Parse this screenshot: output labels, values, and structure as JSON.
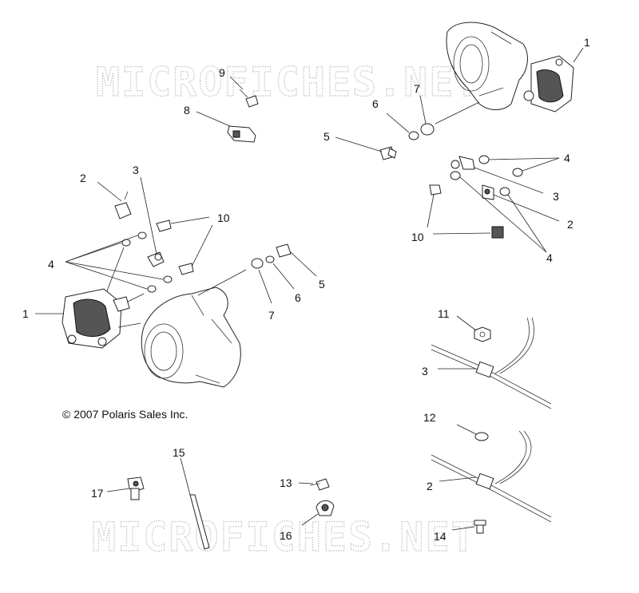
{
  "copyright": "© 2007 Polaris Sales Inc.",
  "watermark": "MICROFICHES.NET",
  "callouts": [
    "1",
    "2",
    "3",
    "4",
    "5",
    "6",
    "7",
    "8",
    "9",
    "10",
    "11",
    "12",
    "13",
    "14",
    "15",
    "16",
    "17"
  ]
}
